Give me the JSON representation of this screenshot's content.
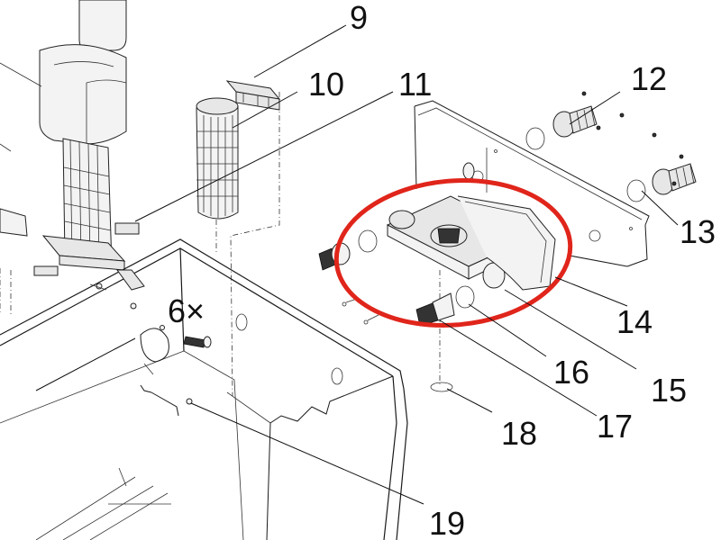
{
  "callouts": {
    "n9": "9",
    "n10": "10",
    "n11": "11",
    "n12": "12",
    "n13": "13",
    "n14": "14",
    "n15": "15",
    "n16": "16",
    "n17": "17",
    "n18": "18",
    "n19": "19",
    "qty_6x": "6×"
  },
  "colors": {
    "highlight_ring": "#e0251b",
    "line": "#1a1a1a",
    "part_fill": "#e7e7e7"
  }
}
